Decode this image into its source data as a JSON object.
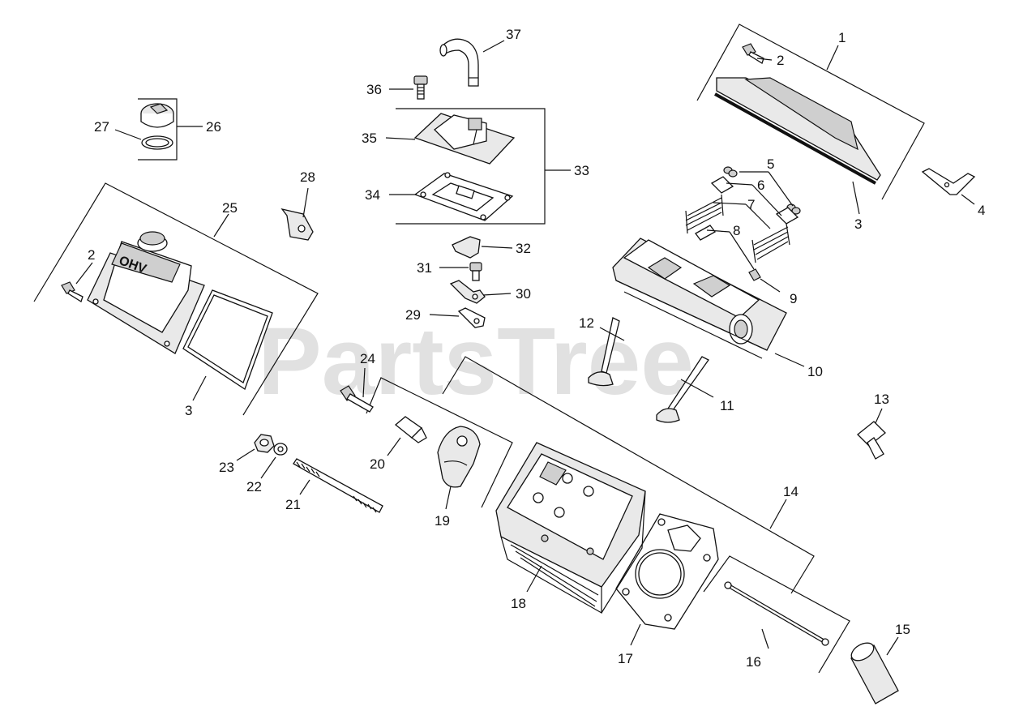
{
  "watermark": "PartsTree",
  "callouts": {
    "c1": "1",
    "c2a": "2",
    "c2b": "2",
    "c3a": "3",
    "c3b": "3",
    "c4": "4",
    "c5": "5",
    "c6": "6",
    "c7": "7",
    "c8": "8",
    "c9": "9",
    "c10": "10",
    "c11": "11",
    "c12": "12",
    "c13": "13",
    "c14": "14",
    "c15": "15",
    "c16": "16",
    "c17": "17",
    "c18": "18",
    "c19": "19",
    "c20": "20",
    "c21": "21",
    "c22": "22",
    "c23": "23",
    "c24": "24",
    "c25": "25",
    "c26": "26",
    "c27": "27",
    "c28": "28",
    "c29": "29",
    "c30": "30",
    "c31": "31",
    "c32": "32",
    "c33": "33",
    "c34": "34",
    "c35": "35",
    "c36": "36",
    "c37": "37"
  },
  "cover_emboss": "OHV"
}
